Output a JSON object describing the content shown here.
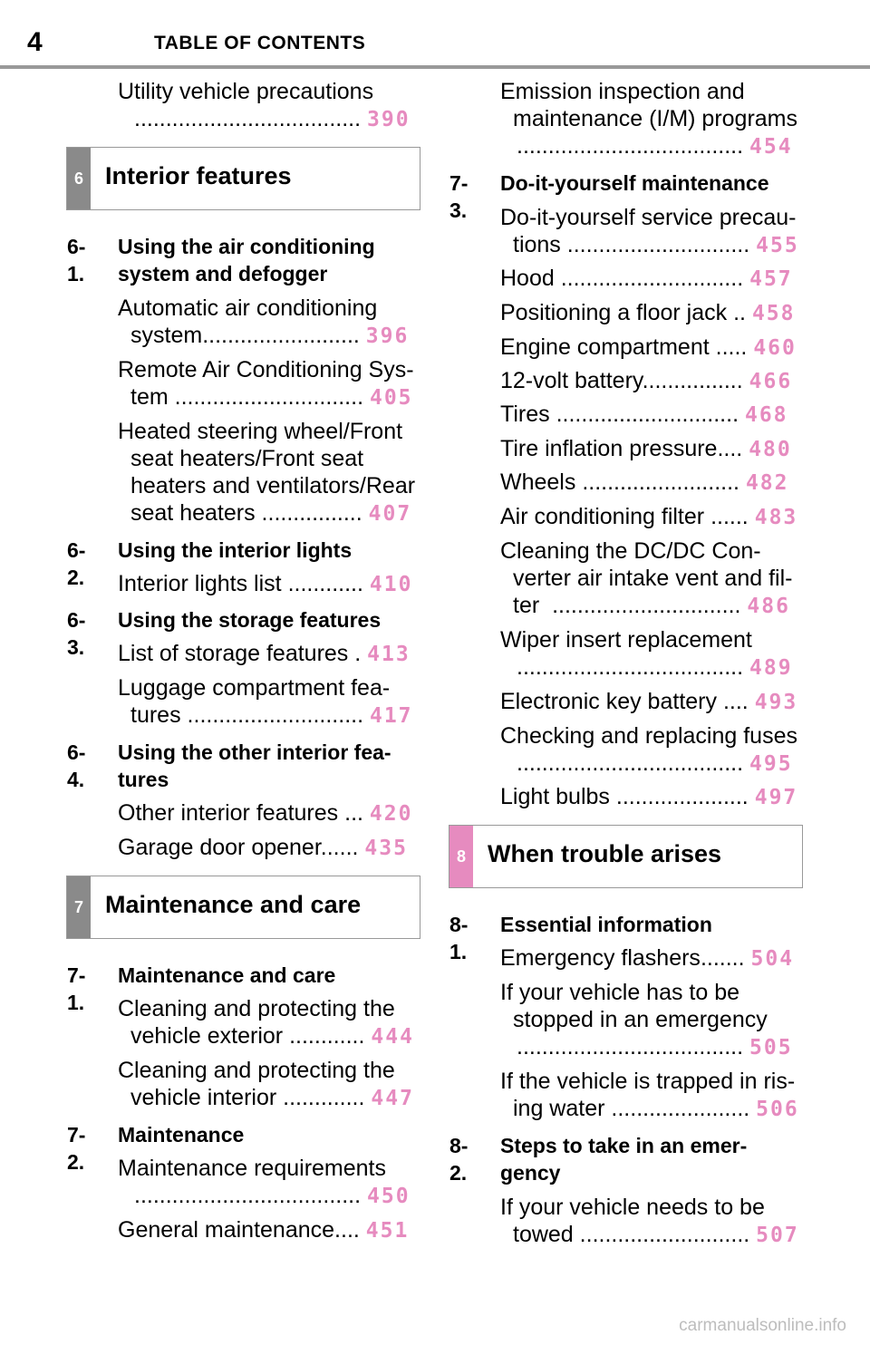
{
  "header": {
    "page_number": "4",
    "title": "TABLE OF CONTENTS"
  },
  "colors": {
    "page_ref": "#e68bbf",
    "tab_gray": "#8a8a8a",
    "tab_pink": "#e68bbf",
    "rule": "#999999"
  },
  "left": {
    "e_utility": {
      "line1": "Utility vehicle precautions",
      "dots": "....................................",
      "page": "390"
    },
    "box6": {
      "num": "6",
      "title": "Interior features"
    },
    "s61": {
      "num": "6-1.",
      "title1": "Using the air conditioning",
      "title2": "system and defogger"
    },
    "e_auto_ac": {
      "line1": "Automatic air conditioning",
      "line2": "system",
      "dots": ".........................",
      "page": "396"
    },
    "e_remote_ac": {
      "line1": "Remote Air Conditioning Sys-",
      "line2": "tem",
      "dots": "..............................",
      "page": "405"
    },
    "e_heated": {
      "line1": "Heated steering wheel/Front",
      "line2": "seat heaters/Front seat",
      "line3": "heaters and ventilators/Rear",
      "line4": "seat heaters",
      "dots": "................",
      "page": "407"
    },
    "s62": {
      "num": "6-2.",
      "title1": "Using the interior lights"
    },
    "e_int_lights": {
      "line1": "Interior lights list",
      "dots": "............",
      "page": "410"
    },
    "s63": {
      "num": "6-3.",
      "title1": "Using the storage features"
    },
    "e_storage": {
      "line1": "List of storage features",
      "dots": ".",
      "page": "413"
    },
    "e_luggage": {
      "line1": "Luggage compartment fea-",
      "line2": "tures",
      "dots": "............................",
      "page": "417"
    },
    "s64": {
      "num": "6-4.",
      "title1": "Using the other interior fea-",
      "title2": "tures"
    },
    "e_other_int": {
      "line1": "Other interior features",
      "dots": "...",
      "page": "420"
    },
    "e_garage": {
      "line1": "Garage door opener",
      "dots": "......",
      "page": "435"
    },
    "box7": {
      "num": "7",
      "title": "Maintenance and care"
    },
    "s71": {
      "num": "7-1.",
      "title1": "Maintenance and care"
    },
    "e_clean_ext": {
      "line1": "Cleaning and protecting the",
      "line2": "vehicle exterior",
      "dots": "............",
      "page": "444"
    },
    "e_clean_int": {
      "line1": "Cleaning and protecting the",
      "line2": "vehicle interior",
      "dots": ".............",
      "page": "447"
    },
    "s72": {
      "num": "7-2.",
      "title1": "Maintenance"
    },
    "e_maint_req": {
      "line1": "Maintenance requirements",
      "dots": "....................................",
      "page": "450"
    },
    "e_gen_maint": {
      "line1": "General maintenance",
      "dots": "....",
      "page": "451"
    }
  },
  "right": {
    "e_emission": {
      "line1": "Emission inspection and",
      "line2": "maintenance (I/M) programs",
      "dots": "....................................",
      "page": "454"
    },
    "s73": {
      "num": "7-3.",
      "title1": "Do-it-yourself maintenance"
    },
    "e_diy": {
      "line1": "Do-it-yourself service precau-",
      "line2": "tions",
      "dots": ".............................",
      "page": "455"
    },
    "e_hood": {
      "line1": "Hood",
      "dots": ".............................",
      "page": "457"
    },
    "e_jack": {
      "line1": "Positioning a floor jack",
      "dots": "..",
      "page": "458"
    },
    "e_engine": {
      "line1": "Engine compartment",
      "dots": ".....",
      "page": "460"
    },
    "e_battery": {
      "line1": "12-volt battery",
      "dots": "................",
      "page": "466"
    },
    "e_tires": {
      "line1": "Tires",
      "dots": ".............................",
      "page": "468"
    },
    "e_tire_inf": {
      "line1": "Tire inflation pressure",
      "dots": "....",
      "page": "480"
    },
    "e_wheels": {
      "line1": "Wheels",
      "dots": ".........................",
      "page": "482"
    },
    "e_ac_filter": {
      "line1": "Air conditioning filter",
      "dots": "......",
      "page": "483"
    },
    "e_dcdc": {
      "line1": "Cleaning the DC/DC Con-",
      "line2": "verter air intake vent and fil-",
      "line3": "ter",
      "dots": "..............................",
      "page": "486"
    },
    "e_wiper": {
      "line1": "Wiper insert replacement",
      "dots": "....................................",
      "page": "489"
    },
    "e_key_batt": {
      "line1": "Electronic key battery",
      "dots": "....",
      "page": "493"
    },
    "e_fuses": {
      "line1": "Checking and replacing fuses",
      "dots": "....................................",
      "page": "495"
    },
    "e_bulbs": {
      "line1": "Light bulbs",
      "dots": ".....................",
      "page": "497"
    },
    "box8": {
      "num": "8",
      "title": "When trouble arises"
    },
    "s81": {
      "num": "8-1.",
      "title1": "Essential information"
    },
    "e_flashers": {
      "line1": "Emergency flashers",
      "dots": ".......",
      "page": "504"
    },
    "e_stopped": {
      "line1": "If your vehicle has to be",
      "line2": "stopped in an emergency",
      "dots": "....................................",
      "page": "505"
    },
    "e_trapped": {
      "line1": "If the vehicle is trapped in ris-",
      "line2": "ing water",
      "dots": "......................",
      "page": "506"
    },
    "s82": {
      "num": "8-2.",
      "title1": "Steps to take in an emer-",
      "title2": "gency"
    },
    "e_towed": {
      "line1": "If your vehicle needs to be",
      "line2": "towed",
      "dots": "...........................",
      "page": "507"
    }
  },
  "watermark": "carmanualsonline.info"
}
